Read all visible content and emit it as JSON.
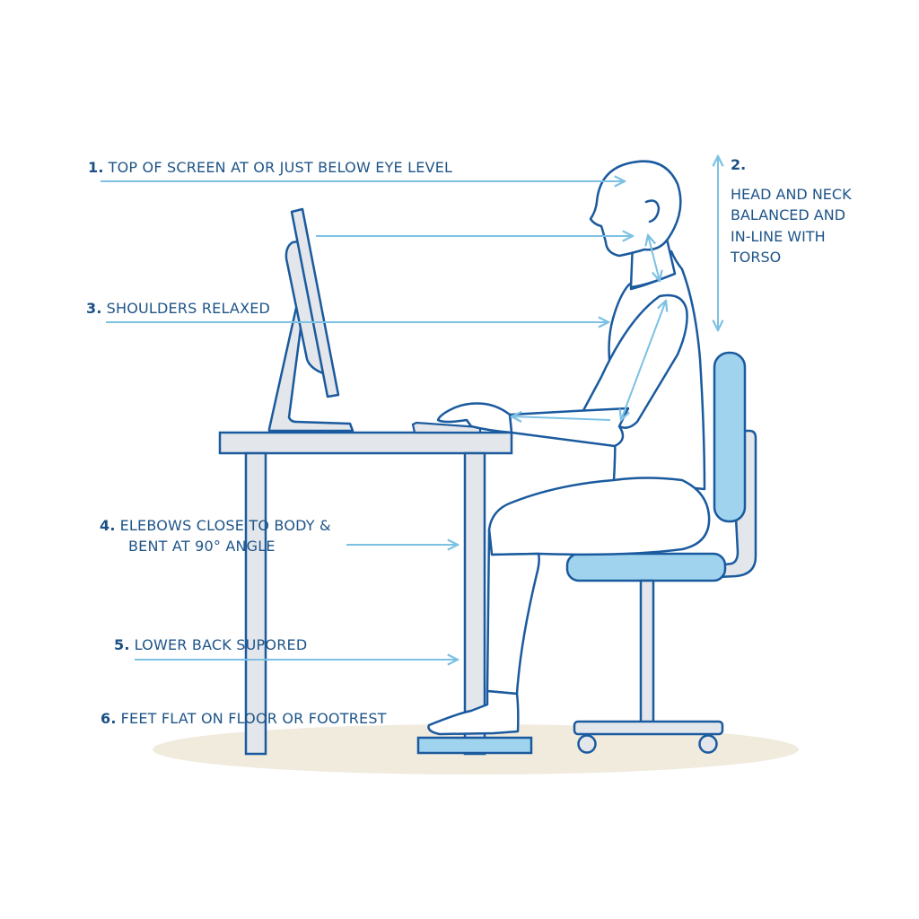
{
  "diagram": {
    "title": "Ergonomic workstation posture",
    "colors": {
      "outline": "#1a5a9e",
      "arrow": "#7cc1e4",
      "text": "#1e5488",
      "furniture_fill": "#e3e6ea",
      "chair_fill": "#9fd3ee",
      "floor_shadow": "#f1ebde",
      "background": "#ffffff"
    },
    "callouts": [
      {
        "number": "1.",
        "text": "TOP OF SCREEN AT OR JUST BELOW EYE LEVEL"
      },
      {
        "number": "2.",
        "lines": [
          "HEAD AND NECK",
          "BALANCED AND",
          "IN-LINE WITH",
          "TORSO"
        ]
      },
      {
        "number": "3.",
        "text": "SHOULDERS RELAXED"
      },
      {
        "number": "4.",
        "lines": [
          "ELEBOWS CLOSE TO BODY &",
          "BENT AT 90° ANGLE"
        ]
      },
      {
        "number": "5.",
        "text": "LOWER BACK SUPORED"
      },
      {
        "number": "6.",
        "text": "FEET FLAT ON FLOOR OR FOOTREST"
      }
    ],
    "elements": [
      "monitor",
      "desk",
      "keyboard",
      "mouse",
      "seated-person",
      "office-chair",
      "footrest",
      "floor-shadow"
    ]
  }
}
